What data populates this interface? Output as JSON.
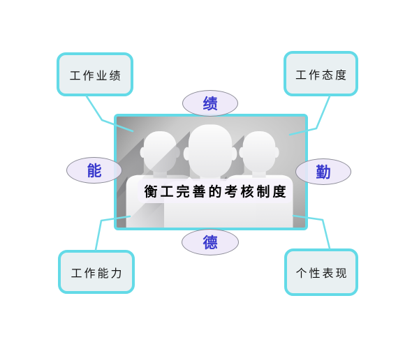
{
  "diagram": {
    "center_title": "衡工完善的考核制度",
    "boxes": [
      {
        "id": "top-left",
        "label": "工作业绩"
      },
      {
        "id": "top-right",
        "label": "工作态度"
      },
      {
        "id": "bottom-left",
        "label": "工作能力"
      },
      {
        "id": "bottom-right",
        "label": "个性表现"
      }
    ],
    "ellipses": [
      {
        "id": "top",
        "label": "绩"
      },
      {
        "id": "left",
        "label": "能"
      },
      {
        "id": "right",
        "label": "勤"
      },
      {
        "id": "bottom",
        "label": "德"
      }
    ],
    "colors": {
      "accent_cyan": "#63dae7",
      "connector": "#74dee9",
      "box_fill": "#e9f0f2",
      "ellipse_fill": "#ede7f8",
      "ellipse_border": "#8b8b96",
      "ellipse_text": "#3838cc",
      "band_fill": "#f6f2fc",
      "title_text": "#000000",
      "image_bg_gray": "#bdbdbd"
    }
  }
}
